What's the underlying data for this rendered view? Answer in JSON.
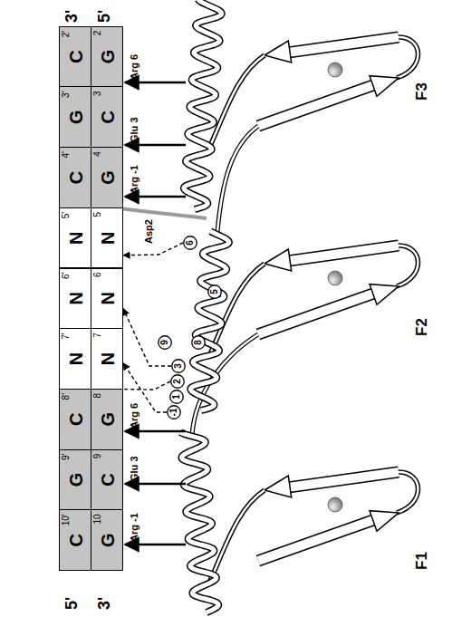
{
  "diagram": {
    "nodes": [
      {
        "text": [
          "10'",
          "C"
        ]
      },
      {
        "text": [
          "9'",
          "G"
        ]
      },
      {
        "text": [
          "8'",
          "C"
        ]
      },
      {
        "text": [
          "7'",
          "N"
        ]
      },
      {
        "text": [
          "6'",
          "N"
        ]
      },
      {
        "text": [
          "5'",
          "N"
        ]
      },
      {
        "text": [
          "4'",
          "C"
        ]
      },
      {
        "text": [
          "3'",
          "G"
        ]
      },
      {
        "text": [
          "2'",
          "C"
        ]
      },
      {
        "text": [
          "10",
          "G"
        ]
      },
      {
        "text": [
          "9",
          "C"
        ]
      },
      {
        "text": [
          "8",
          "G"
        ]
      },
      {
        "text": [
          "7",
          "N"
        ]
      },
      {
        "text": [
          "6",
          "N"
        ]
      },
      {
        "text": [
          "5",
          "N"
        ]
      },
      {
        "text": [
          "4",
          "G"
        ]
      },
      {
        "text": [
          "3",
          "C"
        ]
      },
      {
        "text": [
          "2",
          "G"
        ]
      },
      {
        "text": [
          "-1"
        ]
      },
      {
        "text": [
          "1"
        ]
      },
      {
        "text": [
          "2"
        ]
      },
      {
        "text": [
          "3"
        ]
      },
      {
        "text": [
          "5"
        ]
      },
      {
        "text": [
          "6"
        ]
      },
      {
        "text": [
          "8"
        ]
      },
      {
        "text": [
          "9"
        ]
      }
    ],
    "edges": [
      {
        "from": 23,
        "to": 14,
        "arrow": "to"
      },
      {
        "from": 21,
        "to": 13,
        "arrow": "to"
      },
      {
        "from": 18,
        "to": 12,
        "arrow": "to"
      },
      {
        "from": 20,
        "to": 2,
        "arrow": "to"
      }
    ],
    "labels": [
      "5'",
      "3'",
      "3'",
      "5'",
      "Arg -1",
      "Glu 3",
      "Arg 6",
      "Asp2",
      "Arg -1",
      "Glu 3",
      "Arg 6",
      "F1",
      "F2",
      "F3"
    ]
  }
}
